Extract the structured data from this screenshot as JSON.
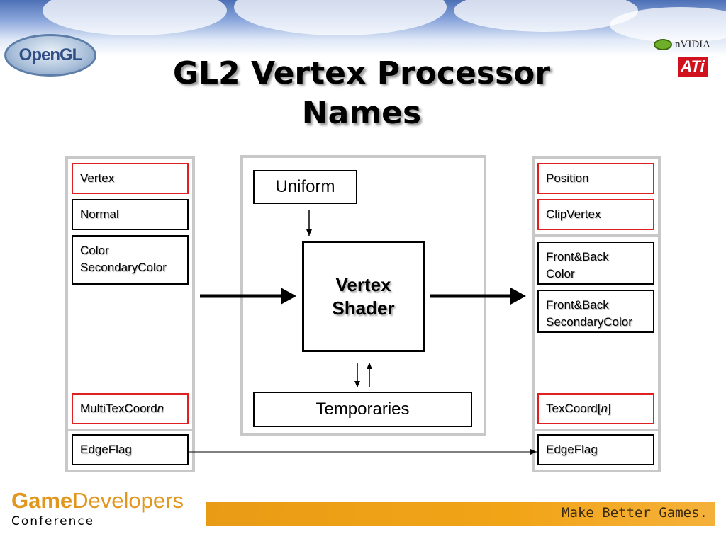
{
  "header": {
    "title_line1": "GL2 Vertex Processor",
    "title_line2": "Names",
    "logo_left_text": "OpenGL",
    "logo_right_top_text": "nVIDIA",
    "logo_right_bottom_text": "ATi"
  },
  "inputs": {
    "vertex": "Vertex",
    "normal": "Normal",
    "color_line1": "Color",
    "color_line2": "SecondaryColor",
    "multitexcoord": "MultiTexCoord",
    "multitexcoord_suffix": "n",
    "edgeflag": "EdgeFlag"
  },
  "processor": {
    "uniform": "Uniform",
    "shader_line1": "Vertex",
    "shader_line2": "Shader",
    "temporaries": "Temporaries"
  },
  "outputs": {
    "position": "Position",
    "clipvertex": "ClipVertex",
    "frontback_color_line1": "Front&Back",
    "frontback_color_line2": "Color",
    "frontback_secondary_line1": "Front&Back",
    "frontback_secondary_line2": "SecondaryColor",
    "texcoord_prefix": "TexCoord[",
    "texcoord_n": "n",
    "texcoord_suffix": "]",
    "edgeflag": "EdgeFlag"
  },
  "footer": {
    "brand_game": "Game",
    "brand_developers": "Developers",
    "brand_conference": "Conference",
    "tagline": "Make Better Games."
  },
  "colors": {
    "highlight_border": "#e02020",
    "group_border": "#c8c8c8",
    "footer_accent": "#f2a417"
  }
}
